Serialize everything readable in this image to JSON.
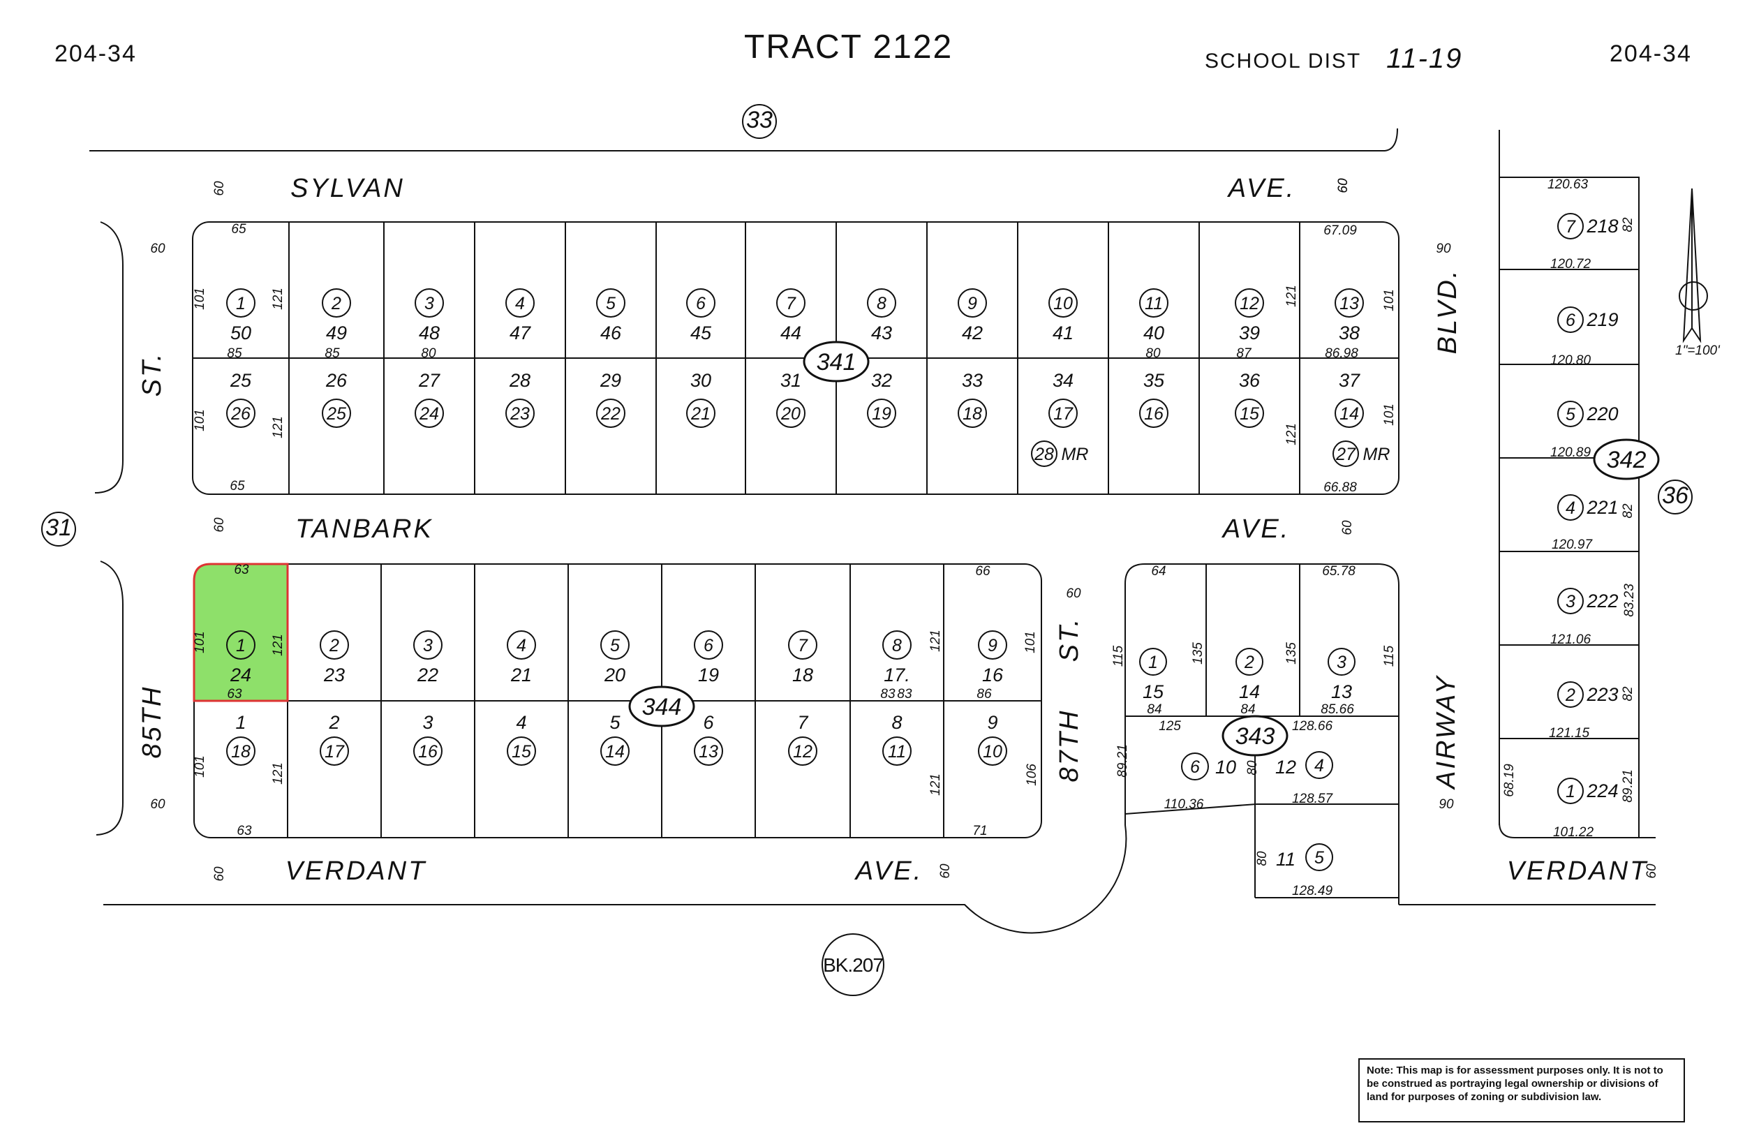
{
  "header": {
    "map_left": "204-34",
    "map_right": "204-34",
    "tract": "TRACT 2122",
    "school_dist_label": "SCHOOL DIST",
    "school_dist_value": "11-19"
  },
  "scale": "1\"=100'",
  "book": "BK.207",
  "note": "Note: This map is for assessment purposes only. It is not to be construed as portraying legal ownership or divisions of land for purposes of zoning or subdivision law.",
  "map_codes": {
    "top": "33",
    "left": "31",
    "right": "36",
    "block_341": "341",
    "block_342": "342",
    "block_343": "343",
    "block_344": "344"
  },
  "streets": {
    "sylvan": "SYLVAN",
    "sylvan_ave": "AVE.",
    "tanbark": "TANBARK",
    "tanbark_ave": "AVE.",
    "verdant": "VERDANT",
    "verdant_ave": "AVE.",
    "verdant_right": "VERDANT",
    "st_left": "ST.",
    "th85": "85TH",
    "th87": "87TH",
    "st_87": "ST.",
    "blvd": "BLVD.",
    "airway": "AIRWAY"
  },
  "block_341_top": [
    {
      "parcel": "1",
      "lot": "50"
    },
    {
      "parcel": "2",
      "lot": "49"
    },
    {
      "parcel": "3",
      "lot": "48"
    },
    {
      "parcel": "4",
      "lot": "47"
    },
    {
      "parcel": "5",
      "lot": "46"
    },
    {
      "parcel": "6",
      "lot": "45"
    },
    {
      "parcel": "7",
      "lot": "44"
    },
    {
      "parcel": "8",
      "lot": "43"
    },
    {
      "parcel": "9",
      "lot": "42"
    },
    {
      "parcel": "10",
      "lot": "41"
    },
    {
      "parcel": "11",
      "lot": "40"
    },
    {
      "parcel": "12",
      "lot": "39"
    },
    {
      "parcel": "13",
      "lot": "38"
    }
  ],
  "block_341_bottom": [
    {
      "parcel": "26",
      "lot": "25"
    },
    {
      "parcel": "25",
      "lot": "26"
    },
    {
      "parcel": "24",
      "lot": "27"
    },
    {
      "parcel": "23",
      "lot": "28"
    },
    {
      "parcel": "22",
      "lot": "29"
    },
    {
      "parcel": "21",
      "lot": "30"
    },
    {
      "parcel": "20",
      "lot": "31"
    },
    {
      "parcel": "19",
      "lot": "32"
    },
    {
      "parcel": "18",
      "lot": "33"
    },
    {
      "parcel": "17",
      "lot": "34"
    },
    {
      "parcel": "16",
      "lot": "35"
    },
    {
      "parcel": "15",
      "lot": "36"
    },
    {
      "parcel": "14",
      "lot": "37"
    }
  ],
  "block_341_mr": [
    {
      "parcel": "28",
      "label": "MR"
    },
    {
      "parcel": "27",
      "label": "MR"
    }
  ],
  "block_344_top": [
    {
      "parcel": "1",
      "lot": "24"
    },
    {
      "parcel": "2",
      "lot": "23"
    },
    {
      "parcel": "3",
      "lot": "22"
    },
    {
      "parcel": "4",
      "lot": "21"
    },
    {
      "parcel": "5",
      "lot": "20"
    },
    {
      "parcel": "6",
      "lot": "19"
    },
    {
      "parcel": "7",
      "lot": "18"
    },
    {
      "parcel": "8",
      "lot": "17."
    },
    {
      "parcel": "9",
      "lot": "16"
    }
  ],
  "block_344_bottom": [
    {
      "parcel": "18",
      "lot": "1"
    },
    {
      "parcel": "17",
      "lot": "2"
    },
    {
      "parcel": "16",
      "lot": "3"
    },
    {
      "parcel": "15",
      "lot": "4"
    },
    {
      "parcel": "14",
      "lot": "5"
    },
    {
      "parcel": "13",
      "lot": "6"
    },
    {
      "parcel": "12",
      "lot": "7"
    },
    {
      "parcel": "11",
      "lot": "8"
    },
    {
      "parcel": "10",
      "lot": "9"
    }
  ],
  "block_343": [
    {
      "parcel": "1",
      "lot": "15"
    },
    {
      "parcel": "2",
      "lot": "14"
    },
    {
      "parcel": "3",
      "lot": "13"
    },
    {
      "parcel": "6",
      "lot": "10"
    },
    {
      "parcel": "4",
      "lot": "12"
    },
    {
      "parcel": "5",
      "lot": "11"
    }
  ],
  "block_342": [
    {
      "parcel": "7",
      "lot": "218"
    },
    {
      "parcel": "6",
      "lot": "219"
    },
    {
      "parcel": "5",
      "lot": "220"
    },
    {
      "parcel": "4",
      "lot": "221"
    },
    {
      "parcel": "3",
      "lot": "222"
    },
    {
      "parcel": "2",
      "lot": "223"
    },
    {
      "parcel": "1",
      "lot": "224"
    }
  ],
  "dimensions": {
    "d60_a": "60",
    "d60_b": "60",
    "d60_c": "60",
    "d60_d": "60",
    "d60_e": "60",
    "d60_f": "60",
    "d60_g": "60",
    "d60_h": "60",
    "d60_i": "60",
    "d60_j": "60",
    "d60_k": "60",
    "d90_a": "90",
    "d90_b": "90",
    "d65_a": "65",
    "d65_b": "65",
    "d6709": "67.09",
    "d6688": "66.88",
    "d101_a": "101",
    "d101_b": "101",
    "d101_c": "101",
    "d101_d": "101",
    "d101_e": "101",
    "d101_f": "101",
    "d101_g": "101",
    "d121_a": "121",
    "d121_b": "121",
    "d121_c": "121",
    "d121_d": "121",
    "d121_e": "121",
    "d121_f": "121",
    "d121_g": "121",
    "d85_a": "85",
    "d85_b": "85",
    "d80_a": "80",
    "d80_b": "80",
    "d87": "87",
    "d8698": "86.98",
    "d63_a": "63",
    "d63_b": "63",
    "d63_c": "63",
    "d66": "66",
    "d83_a": "83",
    "d83_b": "83",
    "d86": "86",
    "d71": "71",
    "d106": "106",
    "d64": "64",
    "d6578": "65.78",
    "d115_a": "115",
    "d115_b": "115",
    "d135_a": "135",
    "d135_b": "135",
    "d84_a": "84",
    "d84_b": "84",
    "d8566": "85.66",
    "d125": "125",
    "d12866": "128.66",
    "d8921_a": "89.21",
    "d80_c": "80",
    "d80_d": "80",
    "d11036": "110.36",
    "d12857": "128.57",
    "d12849": "128.49",
    "d12063": "120.63",
    "d12072": "120.72",
    "d12080": "120.80",
    "d12089": "120.89",
    "d12097": "120.97",
    "d12106": "121.06",
    "d12115": "121.15",
    "d10122": "101.22",
    "d82_a": "82",
    "d82_b": "82",
    "d82_c": "82",
    "d8323": "83.23",
    "d6819": "68.19",
    "d8921_b": "89.21"
  },
  "colors": {
    "highlight_fill": "#8ee06a",
    "highlight_stroke": "#d33"
  }
}
